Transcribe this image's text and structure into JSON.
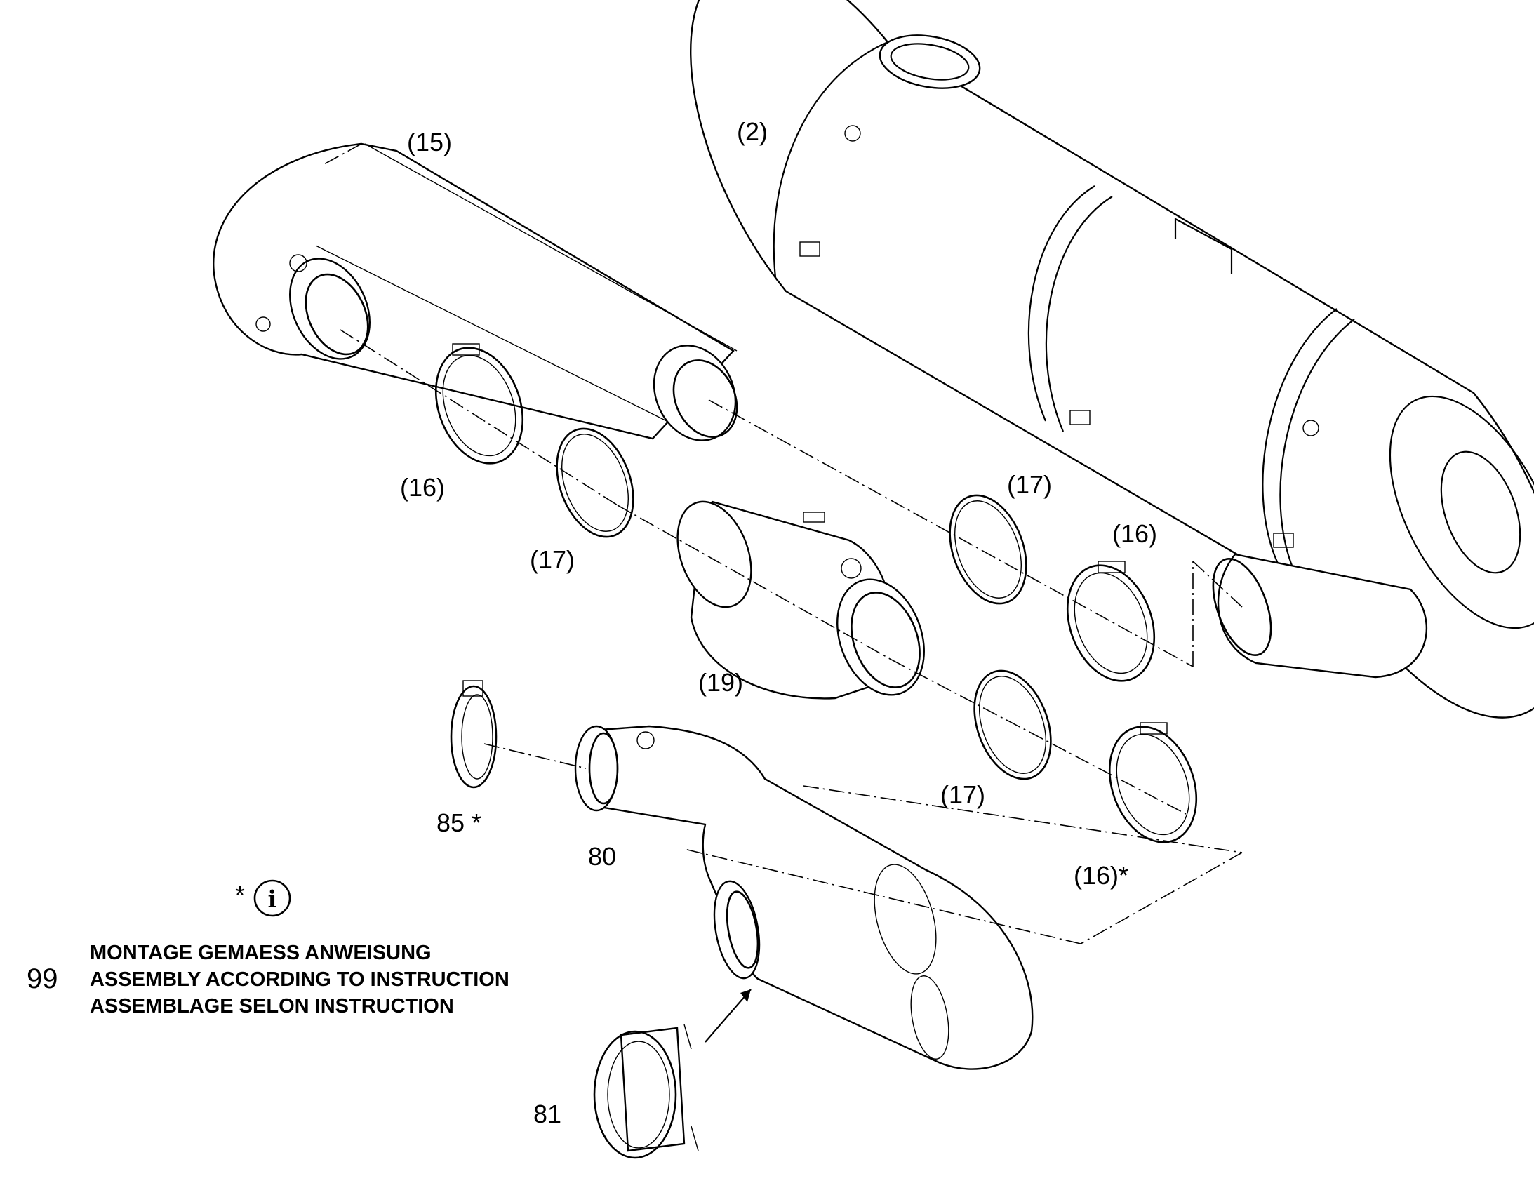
{
  "labels": {
    "p2": "(2)",
    "p15": "(15)",
    "p16a": "(16)",
    "p16b": "(16)",
    "p16c": "(16)*",
    "p17a": "(17)",
    "p17b": "(17)",
    "p17c": "(17)",
    "p19": "(19)",
    "p80": "80",
    "p81": "81",
    "p85": "85 *"
  },
  "note": {
    "asterisk": "*",
    "info_symbol": "i",
    "number": "99",
    "line_de": "MONTAGE GEMAESS ANWEISUNG",
    "line_en": "ASSEMBLY ACCORDING TO INSTRUCTION",
    "line_fr": "ASSEMBLAGE SELON INSTRUCTION"
  }
}
